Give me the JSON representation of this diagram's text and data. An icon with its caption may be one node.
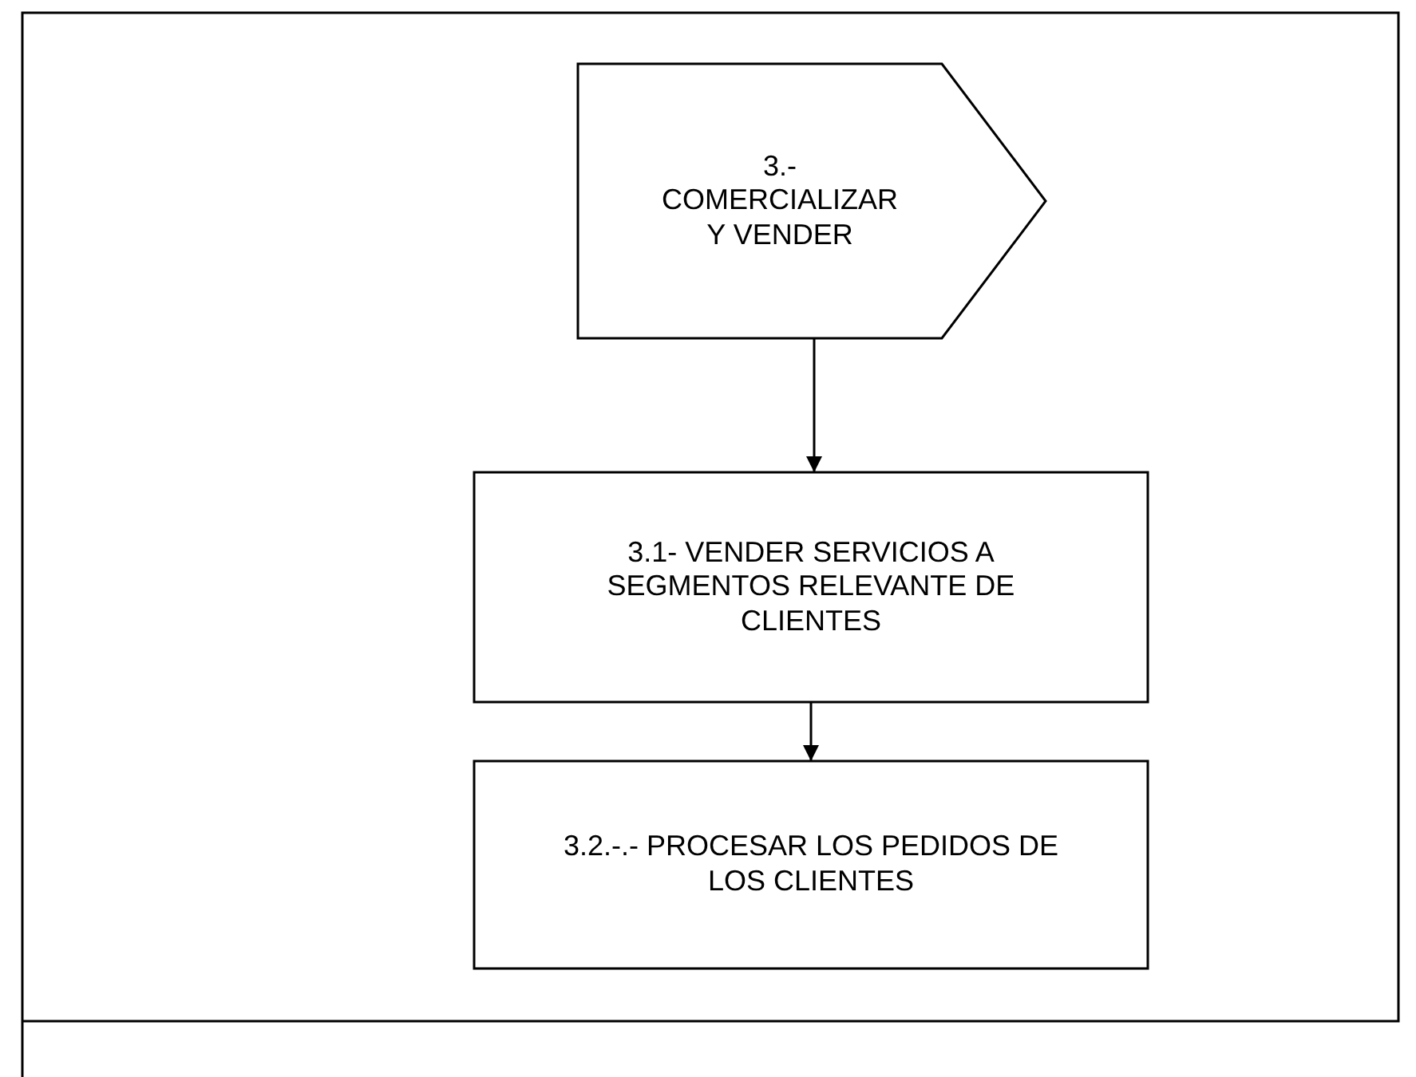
{
  "diagram": {
    "nodes": [
      {
        "text": [
          "3.- COMERCIALIZAR Y VENDER"
        ]
      },
      {
        "text": [
          "3.1- VENDER SERVICIOS A SEGMENTOS RELEVANTE DE CLIENTES"
        ]
      },
      {
        "text": [
          "3.2.-.- PROCESAR LOS PEDIDOS DE LOS CLIENTES"
        ]
      }
    ],
    "edges": [
      {
        "from": 0,
        "to": 1,
        "arrow": "to"
      },
      {
        "from": 1,
        "to": 2,
        "arrow": "to"
      }
    ]
  }
}
